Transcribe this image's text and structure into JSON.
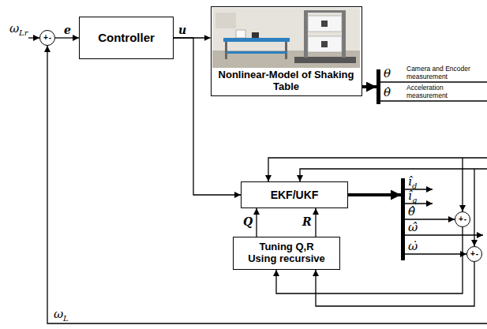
{
  "diagram": {
    "nodes": [
      {
        "text": [
          "+",
          "-"
        ]
      },
      {
        "text": [
          "Controller"
        ]
      },
      {
        "text": [
          "Nonlinear-Model of Shaking Table"
        ]
      },
      {
        "text": [
          "EKF/UKF"
        ]
      },
      {
        "text": [
          "Tuning Q,R Using recursive"
        ]
      },
      {
        "text": [
          "+",
          "-"
        ]
      },
      {
        "text": [
          "+",
          "-"
        ]
      }
    ],
    "edges": [
      {
        "from": 0,
        "to": 1,
        "arrow": "to",
        "label": "e"
      },
      {
        "from": 1,
        "to": 2,
        "arrow": "to",
        "label": "u"
      },
      {
        "from": 1,
        "to": 3,
        "arrow": "to"
      },
      {
        "from": 4,
        "to": 3,
        "arrow": "to",
        "label": "Q"
      },
      {
        "from": 4,
        "to": 3,
        "arrow": "to",
        "label": "R"
      },
      {
        "from": 5,
        "to": 4,
        "arrow": "to"
      },
      {
        "from": 6,
        "to": 4,
        "arrow": "to"
      }
    ],
    "labels": [
      "ω",
      "Lr",
      "θ",
      "Camera and Encoder measurement",
      "θ̇",
      "Acceleration measurement",
      "î",
      "d",
      "î",
      "q",
      "θ̂",
      "ω̂",
      "ω̇",
      "ω",
      "L"
    ]
  }
}
